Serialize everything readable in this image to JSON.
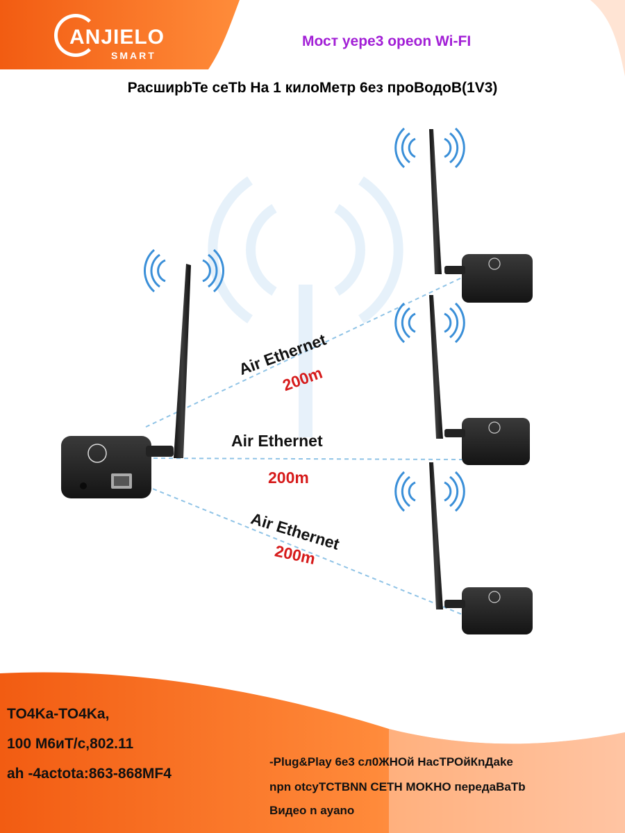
{
  "brand": {
    "name": "ANJIELO",
    "sub": "SMART"
  },
  "header": {
    "product_title": "Mост yepe3 opeon Wi-FI",
    "headline": "РасширbTe ceTb Ha 1 килоMeтр 6eз проBодоB(1V3)"
  },
  "links": [
    {
      "label": "Air Ethernet",
      "distance": "200m"
    },
    {
      "label": "Air Ethernet",
      "distance": "200m"
    },
    {
      "label": "Air Ethernet",
      "distance": "200m"
    }
  ],
  "specs": [
    "TO4Ka-TO4Ka,",
    "100 M6иT/c,802.11",
    "ah -4actota:863-868MF4"
  ],
  "features": [
    "-Plug&Play 6e3 сл0ЖНОй НасТРОйКnДake",
    "npn otcyTCTBNN CETH MOKHO передаBaTb",
    "Bидео n ayano"
  ],
  "colors": {
    "orange": "#f26a1b",
    "orange_light": "#ff9a4a",
    "purple": "#a21fd6",
    "red": "#d61b1b",
    "signal_blue": "#3a8fd8",
    "device": "#1e1e1e"
  }
}
